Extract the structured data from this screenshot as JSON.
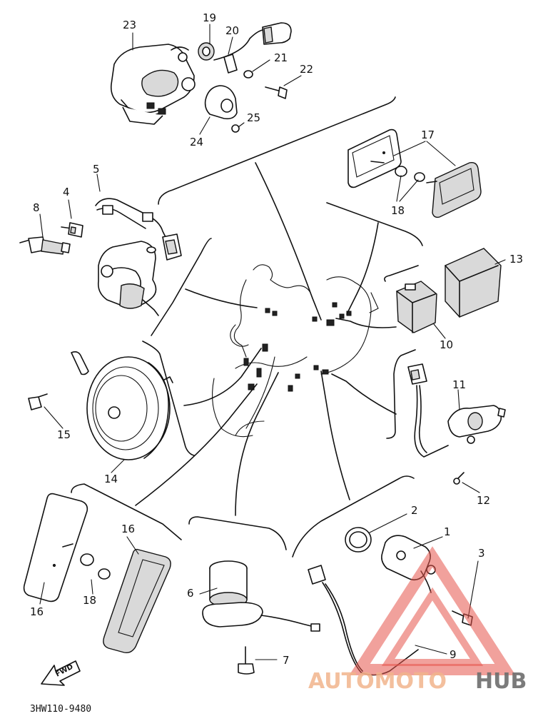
{
  "diagram": {
    "part_numbers": [
      "1",
      "2",
      "3",
      "4",
      "5",
      "6",
      "7",
      "8",
      "9",
      "10",
      "11",
      "12",
      "13",
      "14",
      "15",
      "16",
      "17",
      "18",
      "19",
      "20",
      "21",
      "22",
      "23",
      "24",
      "25"
    ],
    "callouts": {
      "p23": "23",
      "p19": "19",
      "p20": "20",
      "p21": "21",
      "p22": "22",
      "p24": "24",
      "p25": "25",
      "p17": "17",
      "p18_top": "18",
      "p13": "13",
      "p10": "10",
      "p5": "5",
      "p4": "4",
      "p8": "8",
      "p11": "11",
      "p12": "12",
      "p15": "15",
      "p14": "14",
      "p16_left": "16",
      "p16_right": "16",
      "p18_bottom": "18",
      "p2": "2",
      "p1": "1",
      "p3": "3",
      "p6": "6",
      "p7": "7",
      "p9": "9"
    },
    "drawing_code": "3HW110-9480",
    "direction_arrow": "FWD"
  },
  "watermark": {
    "text_a": "AUTOMOTO",
    "text_b": "HUB",
    "colors": {
      "triangle": "#e5534b",
      "text_a": "#f2b48c",
      "text_b": "#6d6d6d"
    }
  }
}
